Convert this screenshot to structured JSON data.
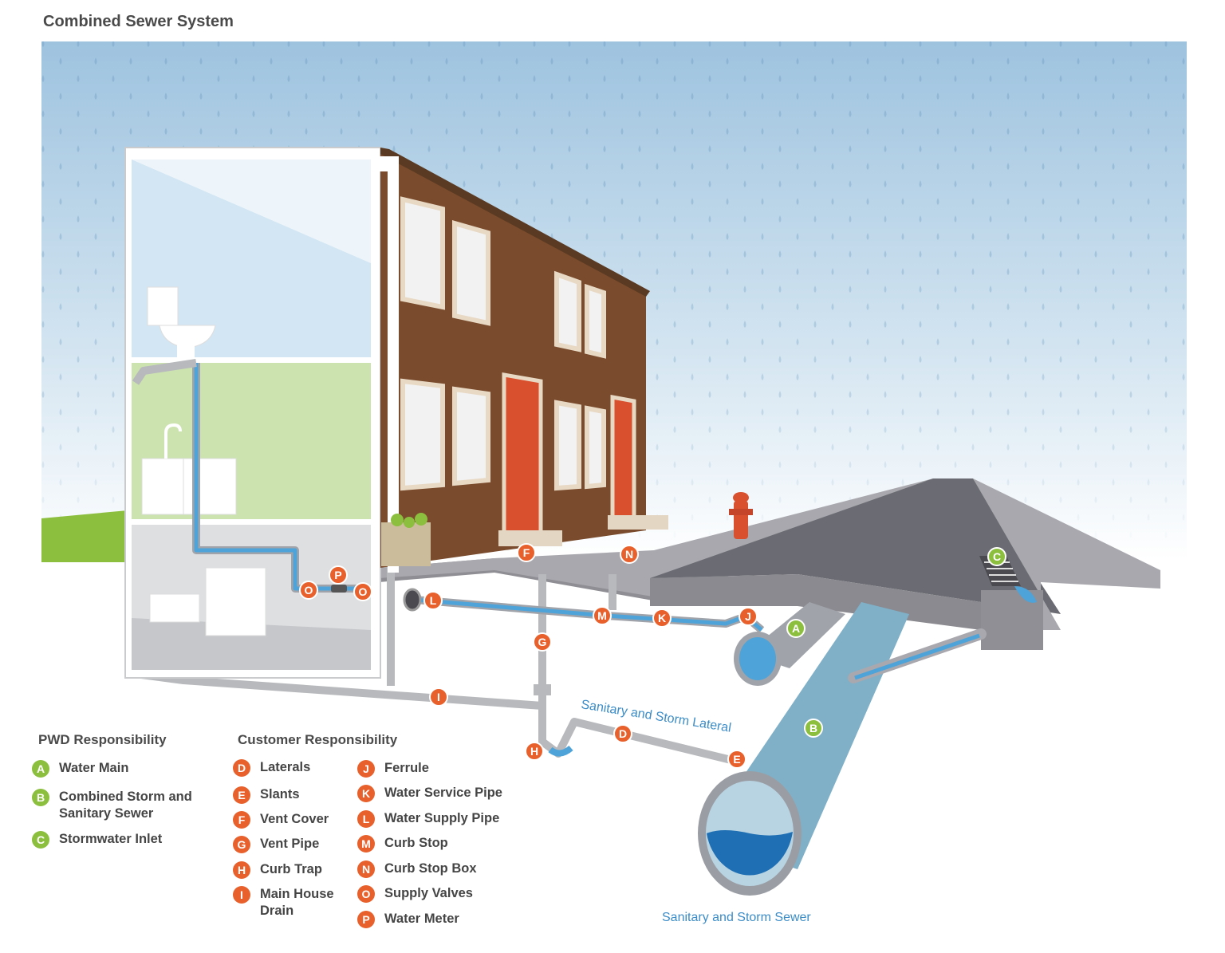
{
  "title": "Combined Sewer System",
  "colors": {
    "pwd_badge": "#8dbf3f",
    "customer_badge": "#e8612c",
    "water_pipe": "#4ea3d8",
    "sewer_pipe": "#7fb0c8",
    "brick": "#7a4b2c",
    "door": "#d9502f",
    "sky_top": "#9ec3df",
    "street": "#6b6b73"
  },
  "diagram_labels": {
    "lateral": "Sanitary and Storm Lateral",
    "sewer": "Sanitary and Storm Sewer"
  },
  "pwd": {
    "heading": "PWD Responsibility",
    "items": [
      {
        "letter": "A",
        "label": "Water Main"
      },
      {
        "letter": "B",
        "label": "Combined Storm and Sanitary Sewer"
      },
      {
        "letter": "C",
        "label": "Stormwater Inlet"
      }
    ]
  },
  "customer": {
    "heading": "Customer Responsibility",
    "col1": [
      {
        "letter": "D",
        "label": "Laterals"
      },
      {
        "letter": "E",
        "label": "Slants"
      },
      {
        "letter": "F",
        "label": "Vent Cover"
      },
      {
        "letter": "G",
        "label": "Vent Pipe"
      },
      {
        "letter": "H",
        "label": "Curb Trap"
      },
      {
        "letter": "I",
        "label": "Main House Drain"
      }
    ],
    "col2": [
      {
        "letter": "J",
        "label": "Ferrule"
      },
      {
        "letter": "K",
        "label": "Water Service Pipe"
      },
      {
        "letter": "L",
        "label": "Water Supply Pipe"
      },
      {
        "letter": "M",
        "label": "Curb Stop"
      },
      {
        "letter": "N",
        "label": "Curb Stop Box"
      },
      {
        "letter": "O",
        "label": "Supply Valves"
      },
      {
        "letter": "P",
        "label": "Water Meter"
      }
    ]
  },
  "markers": [
    {
      "letter": "A",
      "group": "pwd"
    },
    {
      "letter": "B",
      "group": "pwd"
    },
    {
      "letter": "C",
      "group": "pwd"
    },
    {
      "letter": "D",
      "group": "customer"
    },
    {
      "letter": "E",
      "group": "customer"
    },
    {
      "letter": "F",
      "group": "customer"
    },
    {
      "letter": "G",
      "group": "customer"
    },
    {
      "letter": "H",
      "group": "customer"
    },
    {
      "letter": "I",
      "group": "customer"
    },
    {
      "letter": "J",
      "group": "customer"
    },
    {
      "letter": "K",
      "group": "customer"
    },
    {
      "letter": "L",
      "group": "customer"
    },
    {
      "letter": "M",
      "group": "customer"
    },
    {
      "letter": "N",
      "group": "customer"
    },
    {
      "letter": "O",
      "group": "customer"
    },
    {
      "letter": "O",
      "group": "customer"
    },
    {
      "letter": "P",
      "group": "customer"
    }
  ]
}
